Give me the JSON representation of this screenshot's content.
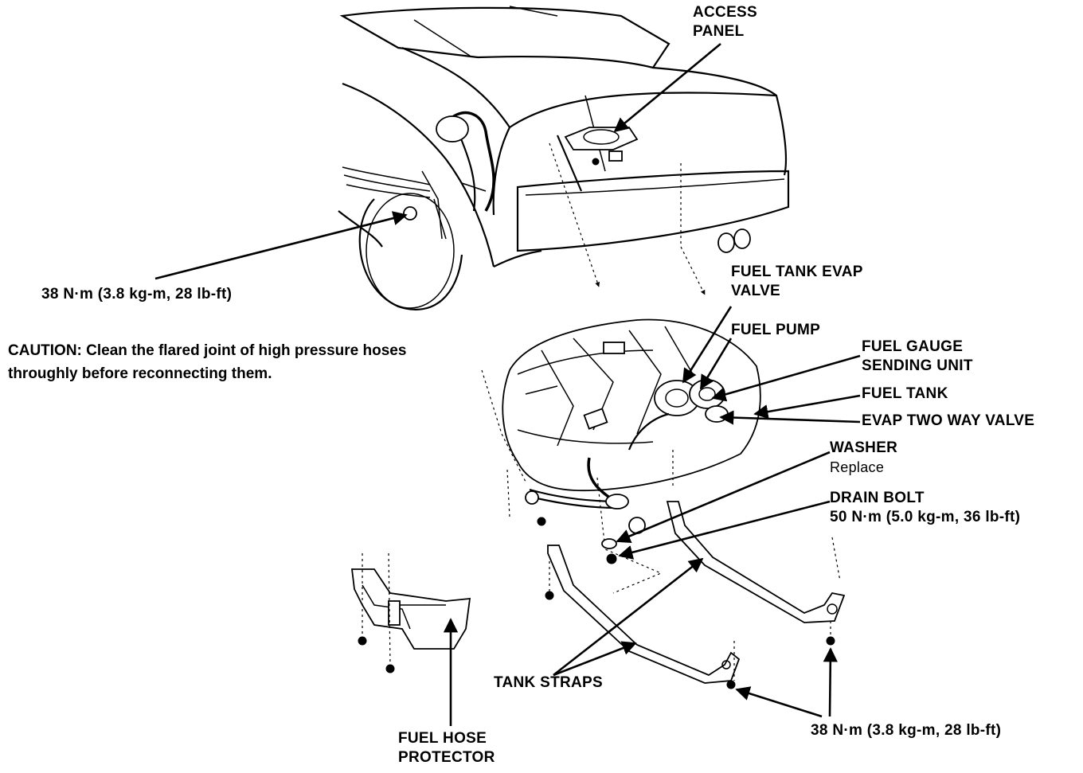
{
  "labels": {
    "access_panel_1": "ACCESS",
    "access_panel_2": "PANEL",
    "torque_top": "38 N·m (3.8 kg-m, 28 lb-ft)",
    "caution_line1": "CAUTION:  Clean the flared joint of high pressure hoses",
    "caution_line2": "throughly before reconnecting them.",
    "evap_valve_1": "FUEL TANK EVAP",
    "evap_valve_2": "VALVE",
    "fuel_pump": "FUEL PUMP",
    "gauge_unit_1": "FUEL GAUGE",
    "gauge_unit_2": "SENDING UNIT",
    "fuel_tank": "FUEL TANK",
    "two_way_valve": "EVAP TWO WAY VALVE",
    "washer": "WASHER",
    "washer_note": "Replace",
    "drain_bolt": "DRAIN BOLT",
    "drain_torque": "50 N·m (5.0 kg-m, 36 lb-ft)",
    "tank_straps": "TANK STRAPS",
    "hose_protector_1": "FUEL HOSE",
    "hose_protector_2": "PROTECTOR",
    "torque_bottom": "38 N·m (3.8 kg-m, 28 lb-ft)"
  }
}
